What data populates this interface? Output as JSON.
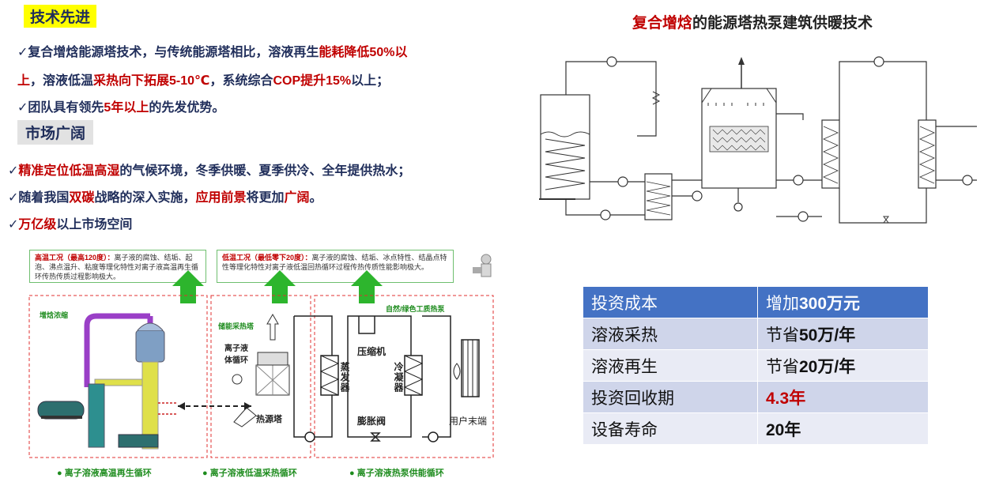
{
  "left": {
    "heading1": "技术先进",
    "b1": {
      "check": "✓",
      "p1": "复合增焓能源塔技术，与传统能源塔相比，溶液再生",
      "r1": "能耗降低50%以"
    },
    "b1c": {
      "r1": "上",
      "p1": "，溶液低温",
      "r2": "采热向下拓展5-10℃",
      "p2": "，系统综合",
      "r3": "COP提升15%",
      "p3": "以上；"
    },
    "b2": {
      "check": "✓",
      "p1": "团队具有领先",
      "r1": "5年以上",
      "p2": "的先发优势。"
    },
    "heading2": "市场广阔",
    "b3": {
      "check": "✓",
      "r1": "精准定位低温高湿",
      "p1": "的气候环境，冬季供暖、夏季供冷、全年提供热水；"
    },
    "b4": {
      "check": "✓",
      "p1": "随着我国",
      "r1": "双碳",
      "p2": "战略的深入实施，",
      "r2": "应用前景",
      "p3": "将更加",
      "r3": "广阔",
      "p4": "。"
    },
    "b5": {
      "check": "✓",
      "r1": "万亿级",
      "p1": "以上市场空间"
    }
  },
  "diagram": {
    "note1_red": "高温工况（最高120度）：",
    "note1_text": "离子液的腐蚀、结垢、起泡、沸点温升、粘度等理化特性对离子液高温再生循环传热传质过程影响极大。",
    "note2_red": "低温工况（最低零下20度）：",
    "note2_text": "离子液的腐蚀、结垢、冰点特性、结晶点特性等理化特性对离子液低温回热循环过程传热传质性能影响极大。",
    "label_zenghan": "增焓浓缩",
    "label_chuneng": "储能采热塔",
    "label_ziran": "自然/绿色工质热泵",
    "label_lizi": "离子液体循环",
    "label_reyuan": "热源塔",
    "label_zhengfa": "蒸发器",
    "label_yasuo": "压缩机",
    "label_lengning": "冷凝器",
    "label_pengzhang": "膨胀阀",
    "label_yonghu": "用户末端",
    "foot1": "● 离子溶液高温再生循环",
    "foot2": "● 离子溶液低温采热循环",
    "foot3": "● 离子溶液热泵供能循环"
  },
  "right": {
    "title_red": "复合增焓",
    "title_rest": "的能源塔热泵建筑供暖技术",
    "table": [
      [
        "投资成本",
        "增加",
        "300万元"
      ],
      [
        "溶液采热",
        "节省",
        "50万/年"
      ],
      [
        "溶液再生",
        "节省",
        "20万/年"
      ],
      [
        "投资回收期",
        "",
        "4.3年"
      ],
      [
        "设备寿命",
        "",
        "20年"
      ]
    ]
  },
  "colors": {
    "red": "#c00000",
    "navy": "#1f2d5a",
    "table_header": "#4472c4",
    "table_odd": "#cfd5ea",
    "table_even": "#e9ebf5",
    "green": "#2db52d"
  }
}
